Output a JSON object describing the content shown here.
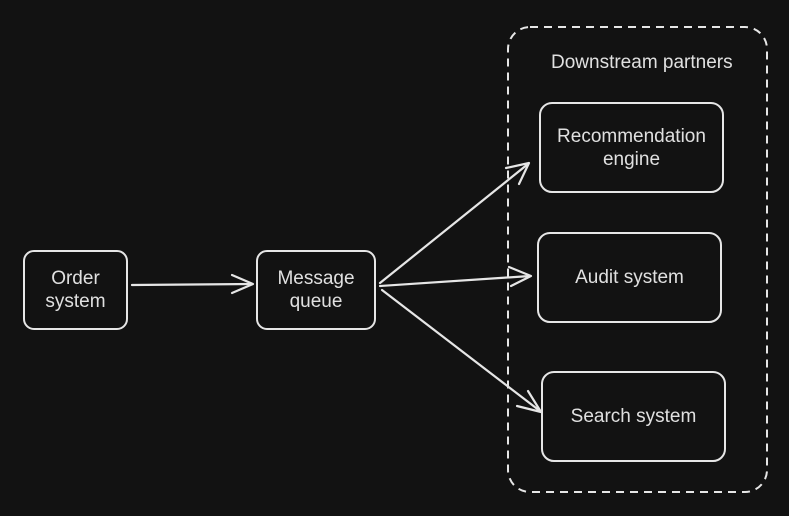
{
  "diagram": {
    "colors": {
      "background": "#121212",
      "stroke": "#e6e6e6",
      "text": "#e0e0e0"
    },
    "group": {
      "label": "Downstream partners"
    },
    "nodes": {
      "order_system": {
        "label": "Order\nsystem"
      },
      "message_queue": {
        "label": "Message\nqueue"
      },
      "recommendation_engine": {
        "label": "Recommendation\nengine"
      },
      "audit_system": {
        "label": "Audit system"
      },
      "search_system": {
        "label": "Search system"
      }
    },
    "edges": [
      {
        "from": "Order system",
        "to": "Message queue"
      },
      {
        "from": "Message queue",
        "to": "Recommendation engine"
      },
      {
        "from": "Message queue",
        "to": "Audit system"
      },
      {
        "from": "Message queue",
        "to": "Search system"
      }
    ]
  }
}
